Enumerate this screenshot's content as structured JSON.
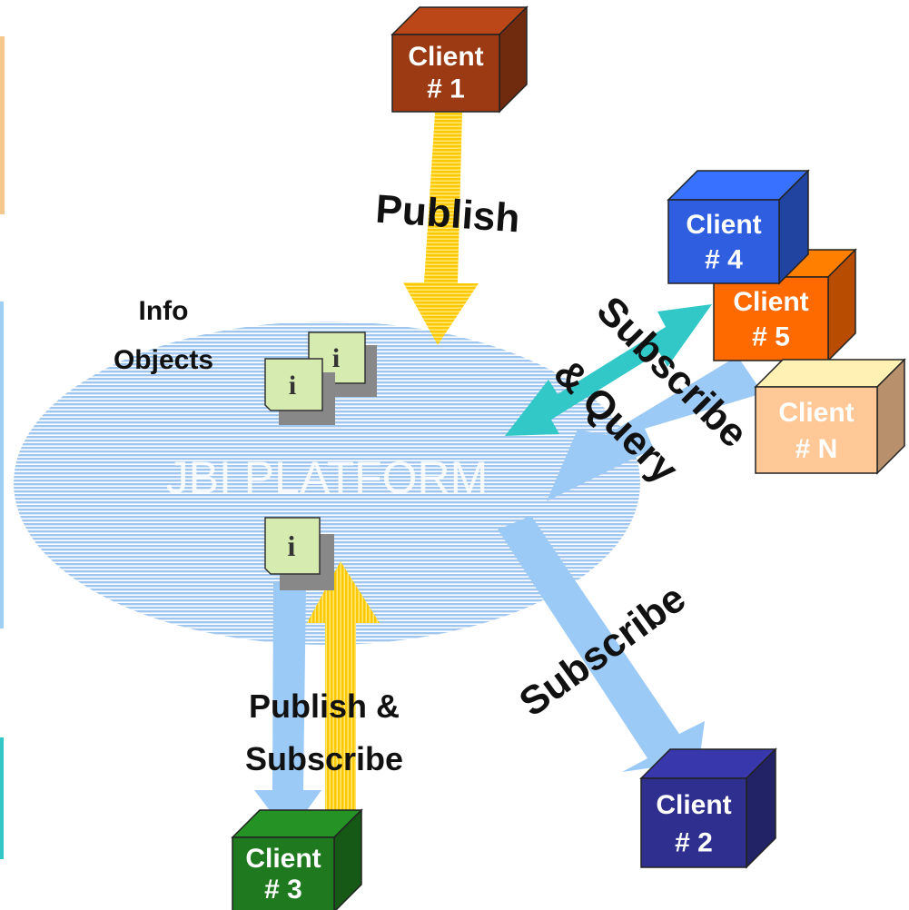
{
  "platform": {
    "name": "JBI PLATFORM"
  },
  "info_objects": {
    "line1": "Info",
    "line2": "Objects",
    "icon_glyph": "i"
  },
  "flows": {
    "publish": "Publish",
    "subscribe_query_1": "Subscribe",
    "subscribe_query_2": "& Query",
    "subscribe": "Subscribe",
    "publish_subscribe_1": "Publish &",
    "publish_subscribe_2": "Subscribe"
  },
  "clients": [
    {
      "line1": "Client",
      "line2": "# 1",
      "color": "#9c3a14"
    },
    {
      "line1": "Client",
      "line2": "# 2",
      "color": "#2f2f8f"
    },
    {
      "line1": "Client",
      "line2": "# 3",
      "color": "#1f7a1f"
    },
    {
      "line1": "Client",
      "line2": "# 4",
      "color": "#2f5ee0"
    },
    {
      "line1": "Client",
      "line2": "# 5",
      "color": "#ff6a00"
    },
    {
      "line1": "Client",
      "line2": "# N",
      "color": "#ffc896"
    }
  ],
  "colors": {
    "platform": "#a9cdf2",
    "publish_arrow": "#ffd21f",
    "subscribe_arrow": "#9ccaf6",
    "query_arrow": "#32c8c8",
    "note": "#d6ebb0"
  }
}
